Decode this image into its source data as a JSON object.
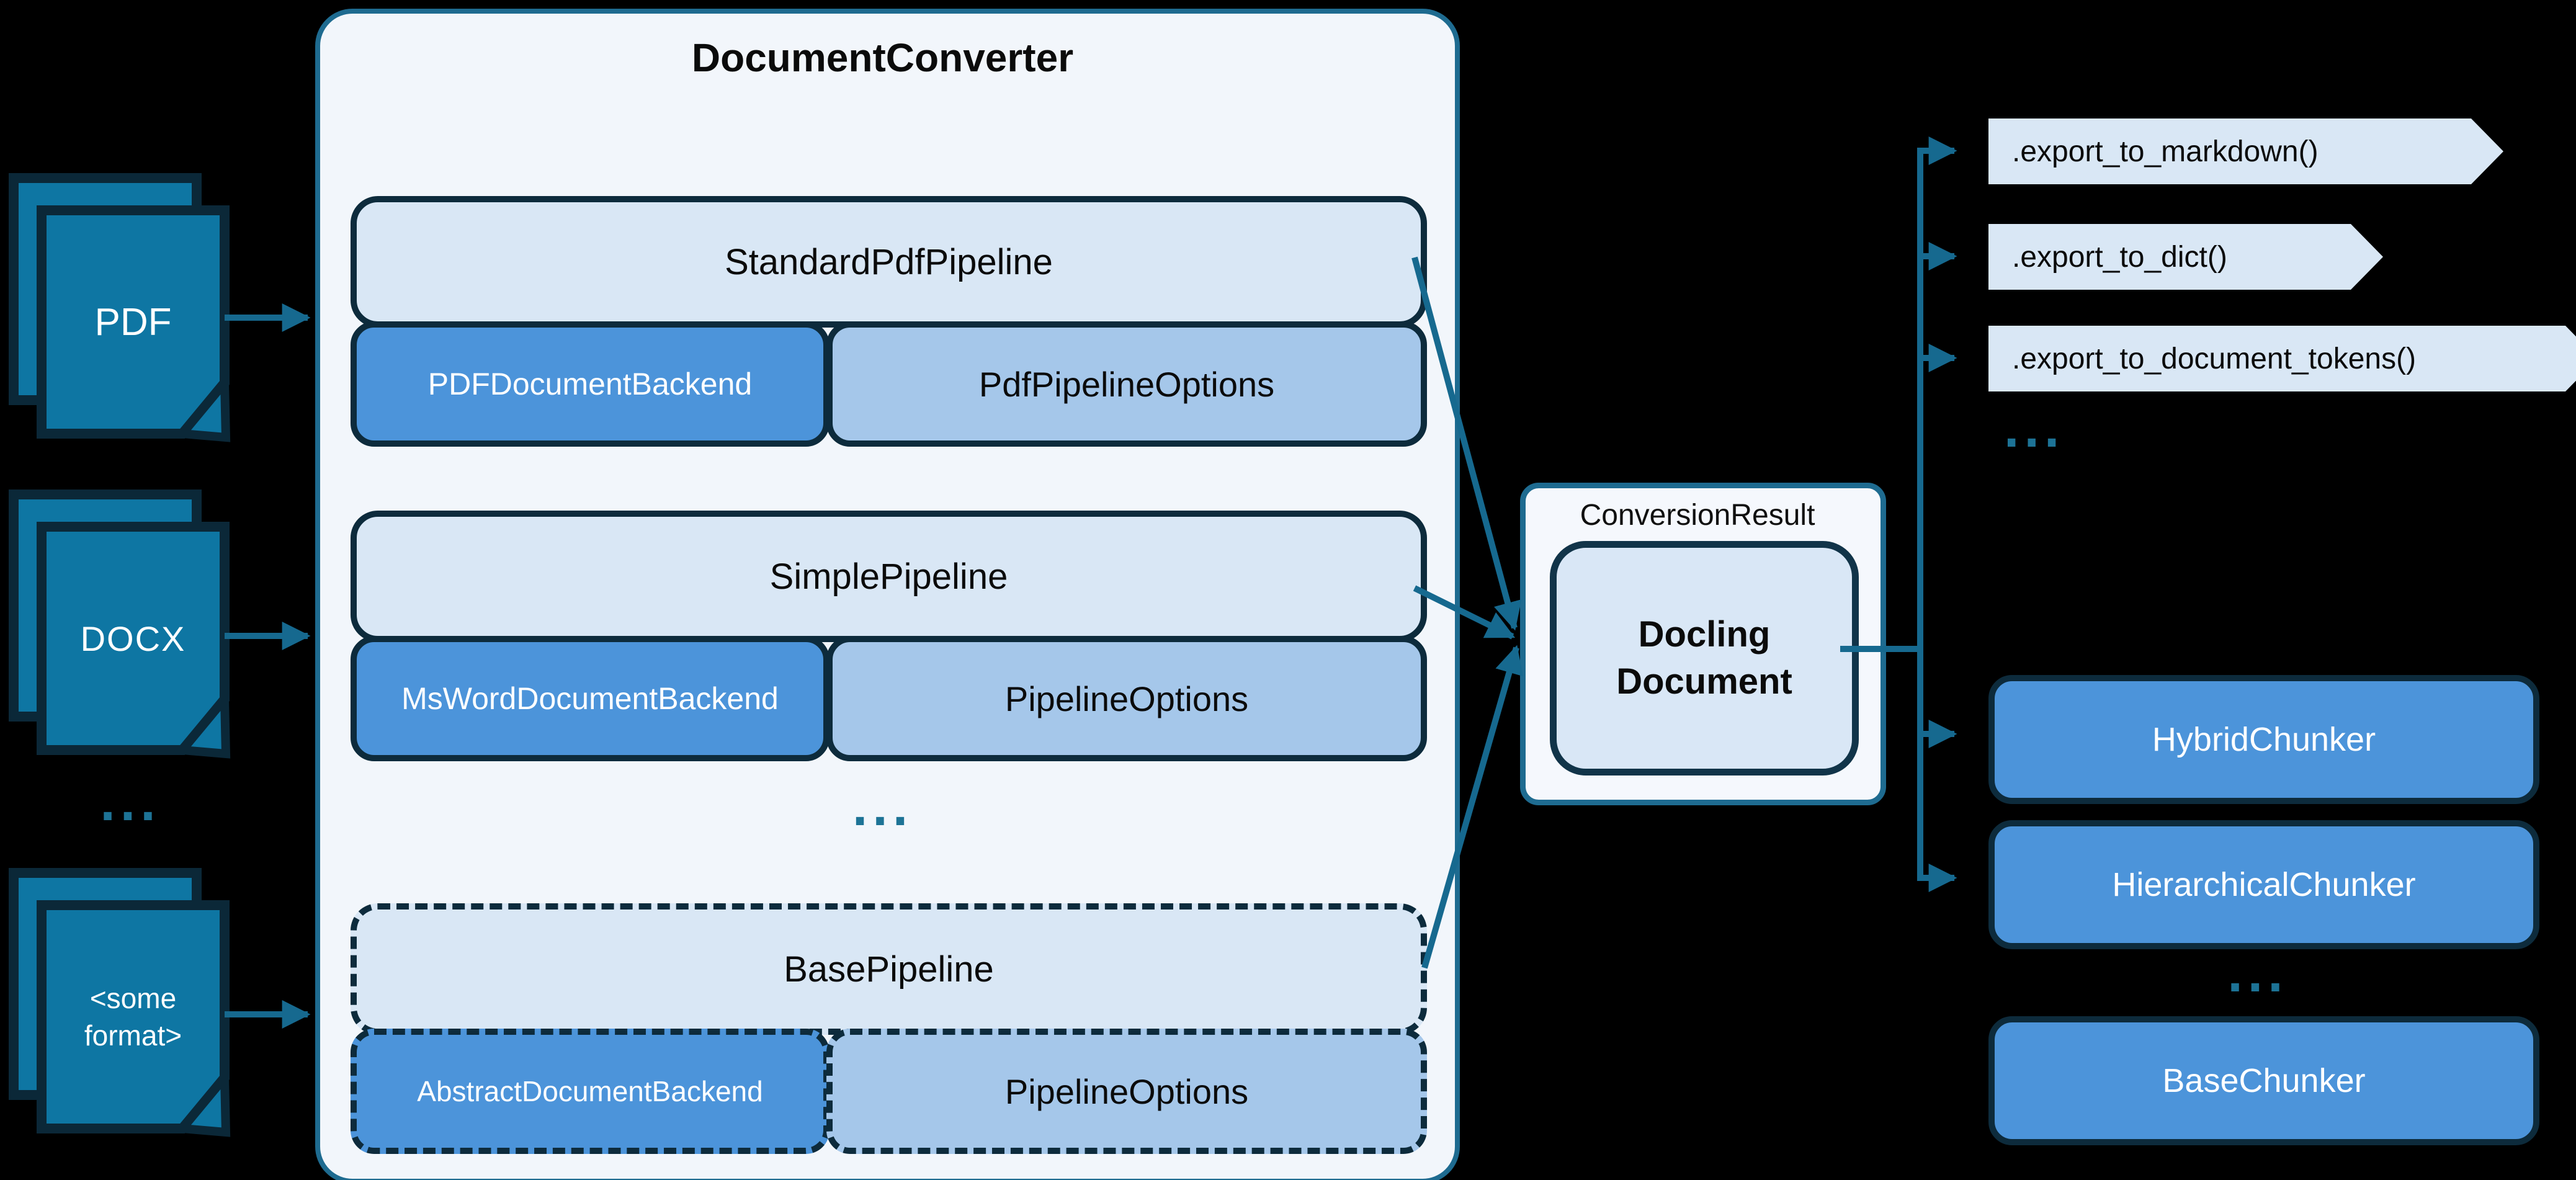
{
  "title": "DocumentConverter",
  "ellipsis": "...",
  "colors": {
    "background": "#000000",
    "container_fill": "#F2F6FB",
    "container_border": "#1E6B90",
    "pipeline_fill": "#D9E7F5",
    "backend_fill": "#4C94DA",
    "options_fill": "#A5C7EA",
    "box_border": "#0D2B3C",
    "doc_page_fill": "#0E76A3",
    "doc_page_border": "#0B2838",
    "arrow_line": "#16698F",
    "docling_fill": "#D9E7F6",
    "docling_border": "#113449"
  },
  "inputs": [
    {
      "label": "PDF"
    },
    {
      "label": "DOCX"
    },
    {
      "label": "<some format>"
    }
  ],
  "pipelines": [
    {
      "name": "StandardPdfPipeline",
      "backend": "PDFDocumentBackend",
      "options": "PdfPipelineOptions"
    },
    {
      "name": "SimplePipeline",
      "backend": "MsWordDocumentBackend",
      "options": "PipelineOptions"
    },
    {
      "name": "BasePipeline",
      "backend": "AbstractDocumentBackend",
      "options": "PipelineOptions"
    }
  ],
  "result": {
    "label": "ConversionResult",
    "document": "Docling Document"
  },
  "exports": [
    ".export_to_markdown()",
    ".export_to_dict()",
    ".export_to_document_tokens()"
  ],
  "chunkers": [
    "HybridChunker",
    "HierarchicalChunker",
    "BaseChunker"
  ]
}
